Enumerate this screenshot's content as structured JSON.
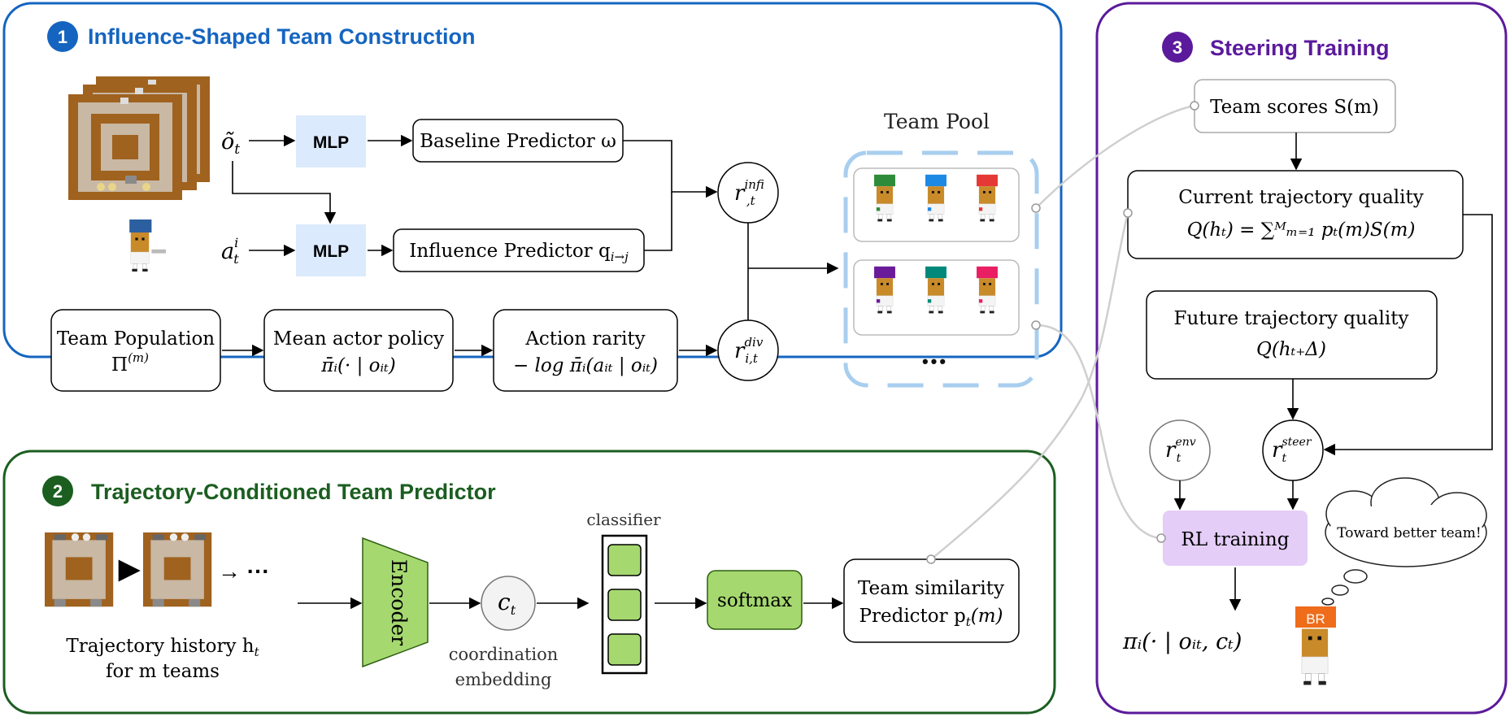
{
  "colors": {
    "panel1": "#1565c0",
    "panel2": "#1b5e20",
    "panel3": "#5b1a9b",
    "mlp_fill": "#dbeafc",
    "green_fill": "#a5d96f",
    "green_dark": "#2e5e12",
    "rl_fill": "#e4cdf7",
    "pool_dash": "#a8ceef",
    "br_orange": "#ef6c1a"
  },
  "panel1": {
    "badge": "1",
    "title": "Influence-Shaped Team Construction",
    "obs_label": "õ",
    "obs_sub": "t",
    "act_label": "a",
    "act_sup": "i",
    "act_sub": "t",
    "mlp_top": "MLP",
    "mlp_bottom": "MLP",
    "baseline_label": "Baseline Predictor ω",
    "influence_label": "Influence Predictor q",
    "influence_sub": "i→j",
    "r_inf_main": "r",
    "r_inf_sup": "inf",
    "r_inf_sub": "i,t",
    "team_pop_line1": "Team Population",
    "team_pop_line2": "Π",
    "team_pop_sup": "(m)",
    "mean_actor_line1": "Mean actor policy",
    "mean_actor_line2": "π̄ᵢ(· | oᵢₜ)",
    "rarity_line1": "Action rarity",
    "rarity_line2": "− log π̄ᵢ(aᵢₜ | oᵢₜ)",
    "r_div_main": "r",
    "r_div_sup": "div",
    "r_div_sub": "i,t",
    "team_pool_title": "Team Pool",
    "pool_row1_colors": [
      "#2e8b3a",
      "#1e88e5",
      "#e53935"
    ],
    "pool_row2_colors": [
      "#6a1b9a",
      "#00897b",
      "#e91e63"
    ],
    "pool_ellipsis": "•••"
  },
  "panel2": {
    "badge": "2",
    "title": "Trajectory-Conditioned Team Predictor",
    "traj_ellipsis": "→ ···",
    "traj_caption_line1": "Trajectory history h",
    "traj_caption_sub": "t",
    "traj_caption_line2": "for m teams",
    "encoder_label": "Encoder",
    "ct_label": "c",
    "ct_sub": "t",
    "coord_line1": "coordination",
    "coord_line2": "embedding",
    "classifier_label": "classifier",
    "softmax_label": "softmax",
    "similarity_line1": "Team similarity",
    "similarity_line2": "Predictor p",
    "similarity_sub": "t",
    "similarity_tail": "(m)"
  },
  "panel3": {
    "badge": "3",
    "title": "Steering Training",
    "team_scores": "Team scores S(m)",
    "current_line1": "Current trajectory quality",
    "current_line2": "Q(hₜ) = ∑ᴹₘ₌₁ pₜ(m)S(m)",
    "future_line1": "Future trajectory quality",
    "future_line2": "Q(hₜ₊Δ)",
    "r_env_main": "r",
    "r_env_sup": "env",
    "r_env_sub": "t",
    "r_steer_main": "r",
    "r_steer_sup": "steer",
    "r_steer_sub": "t",
    "rl_label": "RL training",
    "policy_label": "πᵢ(· | oᵢₜ, cₜ)",
    "thought": "Toward better team!",
    "br_label": "BR"
  }
}
